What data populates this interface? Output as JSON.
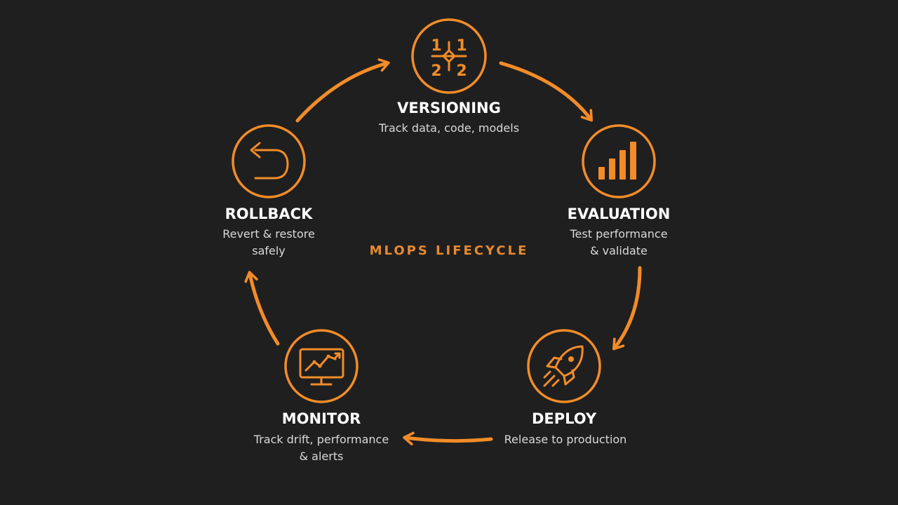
{
  "center_label": "MLOPS LIFECYCLE",
  "accent_color": "#f28c28",
  "background_color": "#1f1f1f",
  "nodes": [
    {
      "id": "versioning",
      "icon": "version-branch-icon",
      "title": "VERSIONING",
      "desc": [
        "Track data, code, models"
      ],
      "icon_text": [
        "1",
        "1",
        "2",
        "2"
      ]
    },
    {
      "id": "evaluation",
      "icon": "bar-chart-icon",
      "title": "EVALUATION",
      "desc": [
        "Test performance",
        "& validate"
      ]
    },
    {
      "id": "deploy",
      "icon": "rocket-icon",
      "title": "DEPLOY",
      "desc": [
        "Release to production"
      ]
    },
    {
      "id": "monitor",
      "icon": "monitor-chart-icon",
      "title": "MONITOR",
      "desc": [
        "Track drift, performance",
        "& alerts"
      ]
    },
    {
      "id": "rollback",
      "icon": "undo-arrow-icon",
      "title": "ROLLBACK",
      "desc": [
        "Revert & restore",
        "safely"
      ]
    }
  ]
}
